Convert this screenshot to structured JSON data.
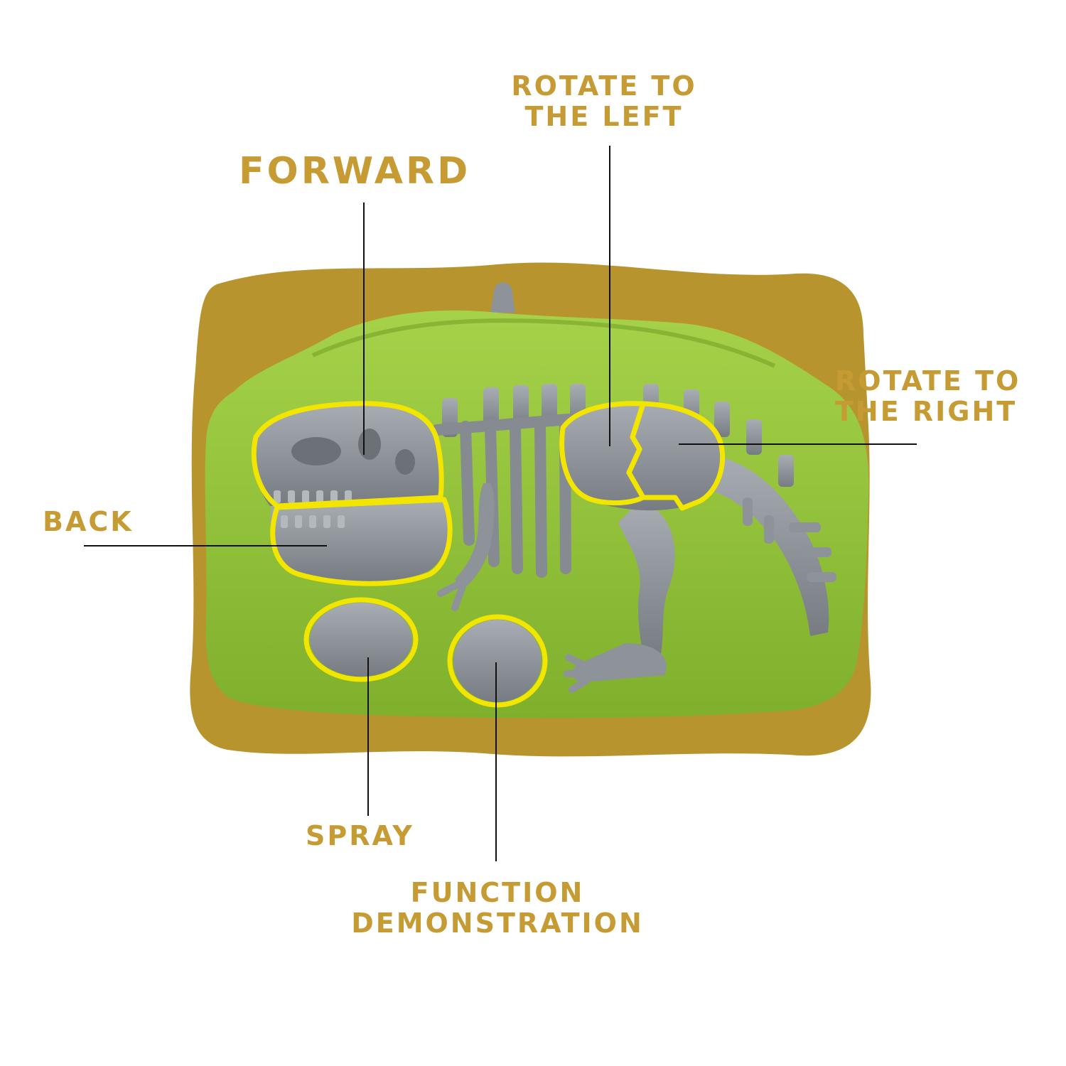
{
  "labels": {
    "forward": "FORWARD",
    "rotate_left_line1": "ROTATE TO",
    "rotate_left_line2": "THE LEFT",
    "rotate_right_line1": "ROTATE TO",
    "rotate_right_line2": "THE RIGHT",
    "back": "BACK",
    "spray": "SPRAY",
    "function_line1": "FUNCTION",
    "function_line2": "DEMONSTRATION"
  },
  "colors": {
    "label_text": "#c79b34",
    "backdrop": "#b8942e",
    "remote_body": "#8fc23a",
    "bone": "#8d9398",
    "button_outline": "#f2e600",
    "leader_line": "#111111"
  }
}
